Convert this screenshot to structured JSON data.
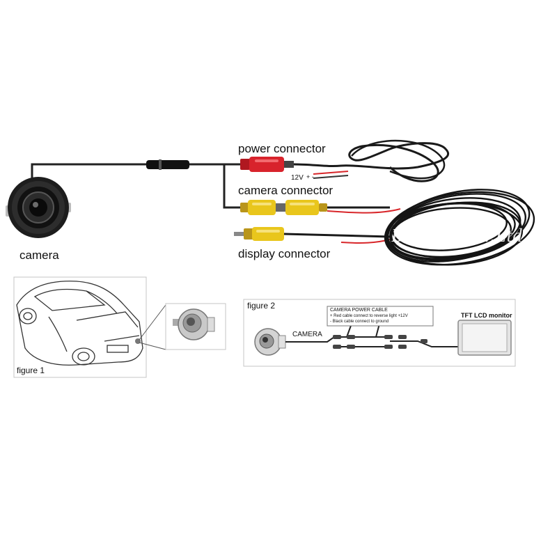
{
  "labels": {
    "power_connector": "power connector",
    "camera_connector": "camera connector",
    "display_connector": "display connector",
    "camera": "camera",
    "voltage": "12V",
    "polarity": "+ -"
  },
  "watermark": "Bonjore Co.,Ltd",
  "figure1": {
    "caption": "figure 1"
  },
  "figure2": {
    "caption": "figure 2",
    "camera_label": "CAMERA",
    "monitor_label": "TFT LCD monitor",
    "power_cable": {
      "title": "CAMERA POWER CABLE",
      "line1": "+ Red cable connect to reverse light +12V",
      "line2": "- Black cable connect to ground"
    }
  },
  "colors": {
    "red_plug": "#d0202a",
    "yellow_plug": "#e7c21b",
    "cable": "#1c1c1c",
    "red_wire": "#d8262a"
  }
}
